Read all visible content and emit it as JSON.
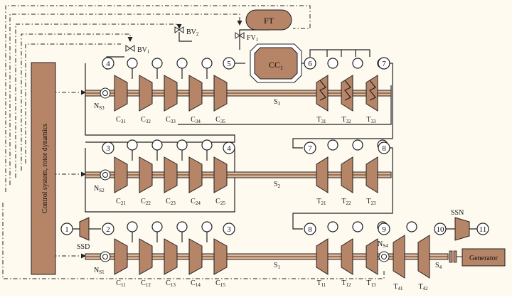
{
  "colors": {
    "component": "#b68466",
    "panel": "#b68466",
    "shaft": "#d9b79b",
    "background": "#fefaf0"
  },
  "control_system": "Control system, rotor dynamics",
  "ft": "FT",
  "cc": {
    "main": "CC",
    "sub": "1"
  },
  "valves": [
    {
      "main": "BV",
      "sub": "2"
    },
    {
      "main": "BV",
      "sub": "1"
    },
    {
      "main": "FV",
      "sub": "1"
    }
  ],
  "shafts": [
    {
      "main": "S",
      "sub": "3"
    },
    {
      "main": "S",
      "sub": "2"
    },
    {
      "main": "S",
      "sub": "1"
    },
    {
      "main": "S",
      "sub": "4"
    }
  ],
  "speeds": [
    {
      "main": "N",
      "sub": "S3"
    },
    {
      "main": "N",
      "sub": "S2"
    },
    {
      "main": "N",
      "sub": "S1"
    },
    {
      "main": "N",
      "sub": "S4"
    }
  ],
  "rows": [
    {
      "compressors": [
        {
          "main": "C",
          "sub": "31"
        },
        {
          "main": "C",
          "sub": "32"
        },
        {
          "main": "C",
          "sub": "33"
        },
        {
          "main": "C",
          "sub": "34"
        },
        {
          "main": "C",
          "sub": "35"
        }
      ],
      "turbines": [
        {
          "main": "T",
          "sub": "31"
        },
        {
          "main": "T",
          "sub": "32"
        },
        {
          "main": "T",
          "sub": "33"
        }
      ],
      "nodes": [
        "4",
        "5",
        "6",
        "7"
      ]
    },
    {
      "compressors": [
        {
          "main": "C",
          "sub": "21"
        },
        {
          "main": "C",
          "sub": "22"
        },
        {
          "main": "C",
          "sub": "23"
        },
        {
          "main": "C",
          "sub": "24"
        },
        {
          "main": "C",
          "sub": "25"
        }
      ],
      "turbines": [
        {
          "main": "T",
          "sub": "21"
        },
        {
          "main": "T",
          "sub": "22"
        },
        {
          "main": "T",
          "sub": "23"
        }
      ],
      "nodes": [
        "3",
        "4",
        "7",
        "8"
      ]
    },
    {
      "compressors": [
        {
          "main": "C",
          "sub": "11"
        },
        {
          "main": "C",
          "sub": "12"
        },
        {
          "main": "C",
          "sub": "13"
        },
        {
          "main": "C",
          "sub": "14"
        },
        {
          "main": "C",
          "sub": "15"
        }
      ],
      "turbines": [
        {
          "main": "T",
          "sub": "11"
        },
        {
          "main": "T",
          "sub": "12"
        },
        {
          "main": "T",
          "sub": "13"
        }
      ],
      "power_turbines": [
        {
          "main": "T",
          "sub": "41"
        },
        {
          "main": "T",
          "sub": "42"
        }
      ],
      "nodes": [
        "1",
        "2",
        "3",
        "8",
        "9",
        "10",
        "11"
      ]
    }
  ],
  "ssd": "SSD",
  "ssn": "SSN",
  "generator": "Generator"
}
